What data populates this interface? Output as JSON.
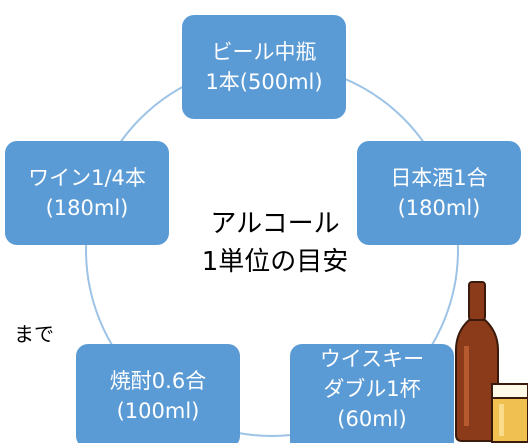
{
  "diagram": {
    "center": {
      "line1": "アルコール",
      "line2": "1単位の目安"
    },
    "nodes": [
      {
        "id": "beer",
        "lines": [
          "ビール中瓶",
          "1本(500ml)"
        ]
      },
      {
        "id": "sake",
        "lines": [
          "日本酒1合",
          "(180ml)"
        ]
      },
      {
        "id": "whisky",
        "lines": [
          "ウイスキー",
          "ダブル1杯",
          "(60ml)"
        ]
      },
      {
        "id": "shochu",
        "lines": [
          "焼酎0.6合",
          "(100ml)"
        ]
      },
      {
        "id": "wine",
        "lines": [
          "ワイン1/4本",
          "(180ml)"
        ]
      }
    ],
    "fragment_left": "まで"
  },
  "colors": {
    "node_fill": "#5b9bd5",
    "ring_stroke": "#9dc3e6",
    "node_text": "#ffffff",
    "bottle_brown": "#8b3a1a",
    "beer_yellow": "#f0c050"
  },
  "icons": [
    "beer-bottle-icon",
    "beer-glass-icon"
  ]
}
